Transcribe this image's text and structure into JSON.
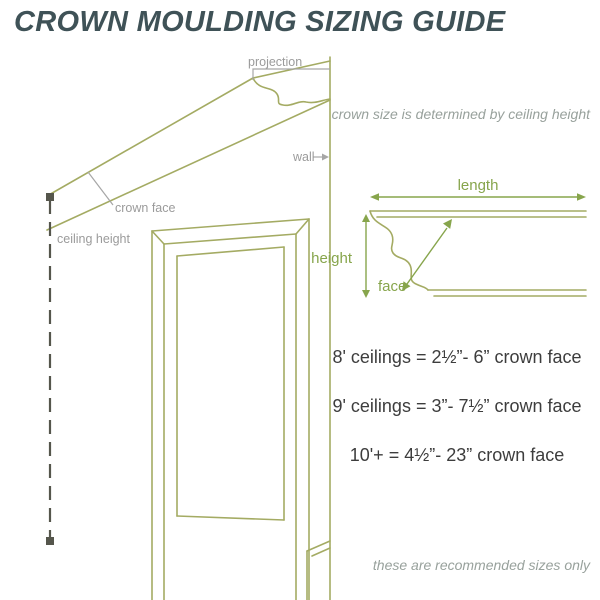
{
  "title": "CROWN MOULDING SIZING GUIDE",
  "subtitle": "crown size is determined by ceiling height",
  "labels": {
    "projection": "projection",
    "wall": "wall",
    "crown_face": "crown face",
    "ceiling_height": "ceiling height",
    "length": "length",
    "height": "height",
    "face": "face"
  },
  "sizing_rules": [
    "8' ceilings = 2½”- 6” crown face",
    "9' ceilings = 3”- 7½” crown face",
    "10'+ = 4½”- 23” crown face"
  ],
  "footnote": "these are recommended sizes only",
  "colors": {
    "title": "#3f5257",
    "drawing_line_olive": "#a4ab63",
    "dimension_green": "#87a54c",
    "label_gray": "#9b9b9b",
    "note_gray": "#98a19c",
    "rule_text": "#3d3d3d",
    "background": "#ffffff"
  }
}
